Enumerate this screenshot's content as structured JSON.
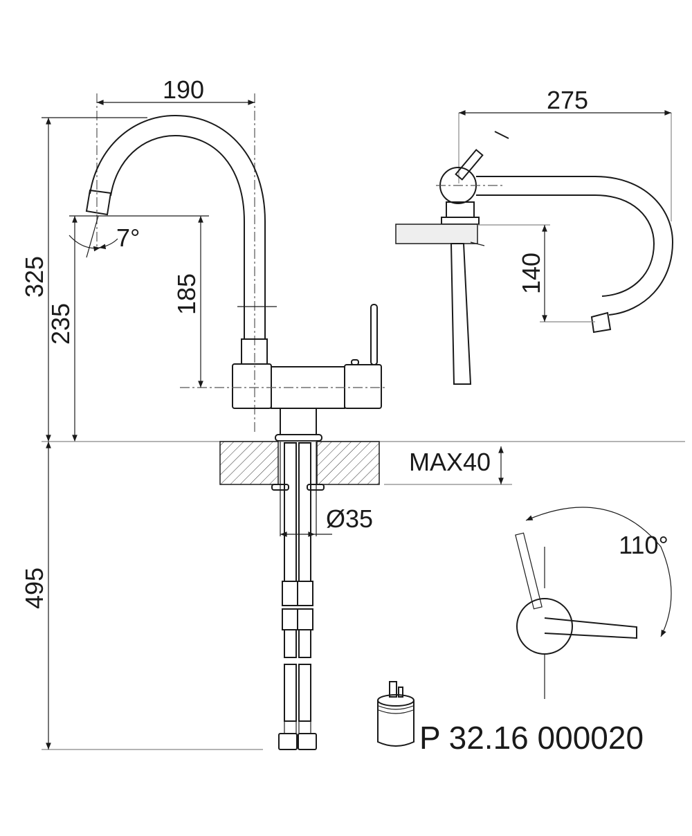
{
  "drawing": {
    "dimensions": {
      "spout_reach": "190",
      "total_height": "325",
      "spout_height": "235",
      "outlet_to_body": "185",
      "angle_spout": "7°",
      "side_reach": "275",
      "side_height": "140",
      "deck_thickness": "MAX40",
      "hole_diameter": "Ø35",
      "hose_length": "495",
      "lever_rotation": "110°"
    },
    "cartridge_code": "P 32.16 000020"
  }
}
